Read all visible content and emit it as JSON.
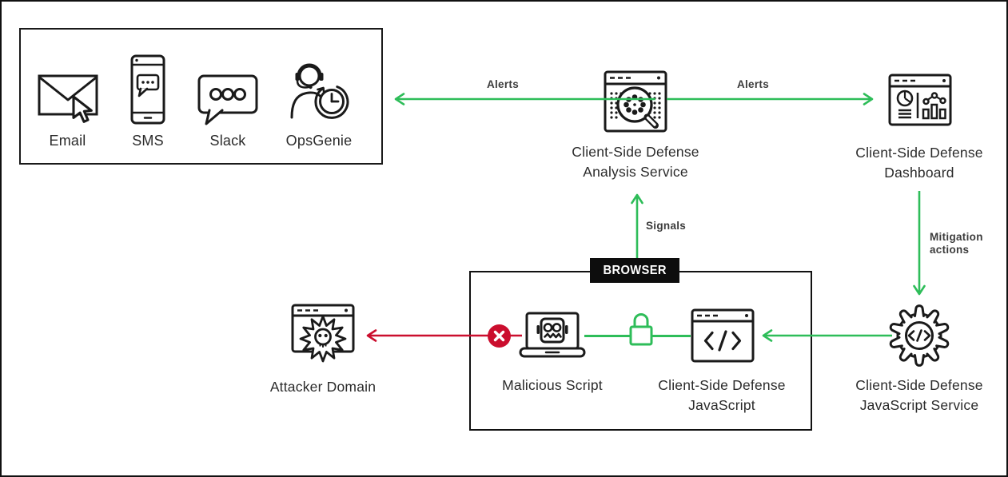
{
  "colors": {
    "green": "#2EBD59",
    "red": "#CB0E2E",
    "ink": "#1A1A1A",
    "label": "#2B2B2B",
    "arrowtext": "#3C3C3C"
  },
  "channels_box": {
    "items": [
      {
        "label": "Email"
      },
      {
        "label": "SMS"
      },
      {
        "label": "Slack"
      },
      {
        "label": "OpsGenie"
      }
    ]
  },
  "browser": {
    "label": "BROWSER"
  },
  "arrows": {
    "alerts_left": "Alerts",
    "alerts_right": "Alerts",
    "signals": "Signals",
    "mitigation": {
      "line1": "Mitigation",
      "line2": "actions"
    }
  },
  "nodes": {
    "analysis_service": {
      "line1": "Client-Side Defense",
      "line2": "Analysis Service"
    },
    "dashboard": {
      "line1": "Client-Side Defense",
      "line2": "Dashboard"
    },
    "js_service": {
      "line1": "Client-Side Defense",
      "line2": "JavaScript Service"
    },
    "csd_javascript": {
      "line1": "Client-Side Defense",
      "line2": "JavaScript"
    },
    "malicious_script": {
      "label": "Malicious Script"
    },
    "attacker_domain": {
      "label": "Attacker Domain"
    }
  }
}
